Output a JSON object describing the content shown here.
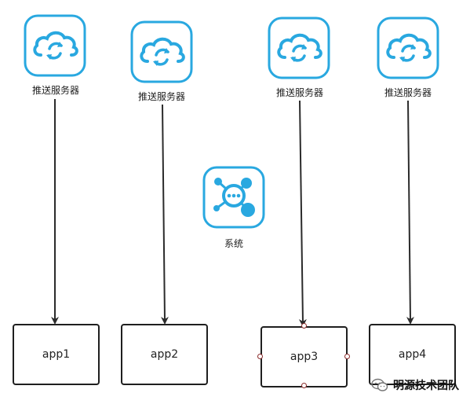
{
  "servers": [
    {
      "label": "推送服务器"
    },
    {
      "label": "推送服务器"
    },
    {
      "label": "推送服务器"
    },
    {
      "label": "推送服务器"
    }
  ],
  "system": {
    "label": "系统"
  },
  "apps": [
    {
      "label": "app1"
    },
    {
      "label": "app2"
    },
    {
      "label": "app3"
    },
    {
      "label": "app4"
    }
  ],
  "watermark": {
    "text": "明源技术团队",
    "icon": "wechat-icon"
  },
  "colors": {
    "icon_blue": "#29a8e0",
    "icon_border": "#29a8e0",
    "arrow": "#2b2b2b",
    "handle": "#8b2b2b"
  }
}
